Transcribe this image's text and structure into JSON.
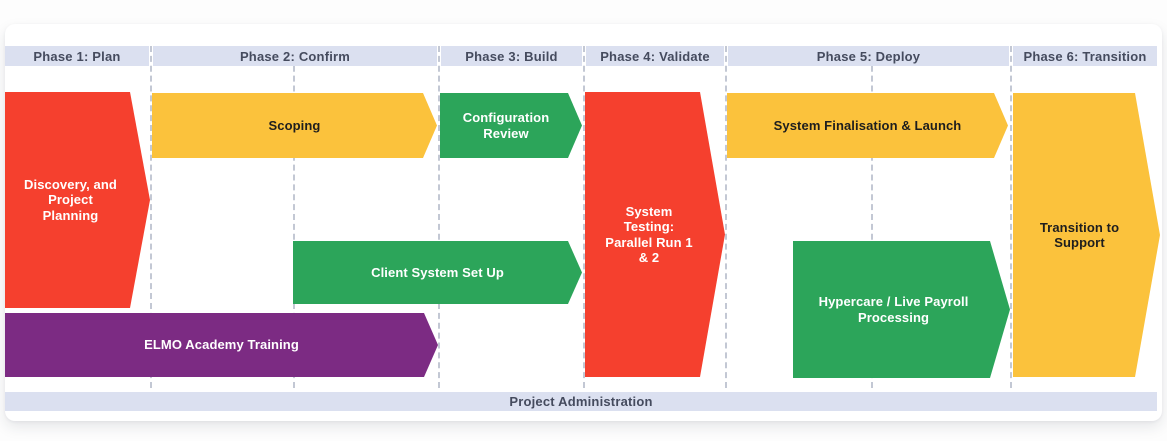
{
  "phase_header": {
    "phases": [
      {
        "label": "Phase 1: Plan"
      },
      {
        "label": "Phase 2: Confirm"
      },
      {
        "label": "Phase 3: Build"
      },
      {
        "label": "Phase 4: Validate"
      },
      {
        "label": "Phase 5: Deploy"
      },
      {
        "label": "Phase 6: Transition"
      }
    ]
  },
  "bars": {
    "discovery": {
      "label": "Discovery, and Project Planning",
      "phase": "Phase 1",
      "color": "#f5402e",
      "text_color": "#ffffff"
    },
    "scoping": {
      "label": "Scoping",
      "phase": "Phase 2",
      "color": "#fbc23c",
      "text_color": "#1e1e1e"
    },
    "configuration_review": {
      "label": "Configuration Review",
      "phase": "Phase 3",
      "color": "#2ca55a",
      "text_color": "#ffffff"
    },
    "system_testing": {
      "label": "System Testing: Parallel Run 1 & 2",
      "phase": "Phase 4",
      "color": "#f5402e",
      "text_color": "#ffffff"
    },
    "system_finalisation": {
      "label": "System Finalisation & Launch",
      "phase": "Phase 5",
      "color": "#fbc23c",
      "text_color": "#1e1e1e"
    },
    "transition_to_support": {
      "label": "Transition to Support",
      "phase": "Phase 6",
      "color": "#fbc23c",
      "text_color": "#1e1e1e"
    },
    "client_system_setup": {
      "label": "Client System Set Up",
      "phase": "Phase 2 - Phase 3",
      "color": "#2ca55a",
      "text_color": "#ffffff"
    },
    "hypercare": {
      "label": "Hypercare / Live Payroll Processing",
      "phase": "Phase 5",
      "color": "#2ca55a",
      "text_color": "#ffffff"
    },
    "elmo_training": {
      "label": "ELMO Academy Training",
      "phase": "Phase 1 - Phase 2",
      "color": "#7c2b83",
      "text_color": "#ffffff"
    }
  },
  "footer": {
    "label": "Project Administration"
  },
  "colors": {
    "phase_header_bg": "#dbe0f0",
    "phase_header_text": "#454b5e",
    "dashed_line": "#c3c8d4",
    "card_bg": "#ffffff",
    "page_bg": "#fdfdfd"
  }
}
